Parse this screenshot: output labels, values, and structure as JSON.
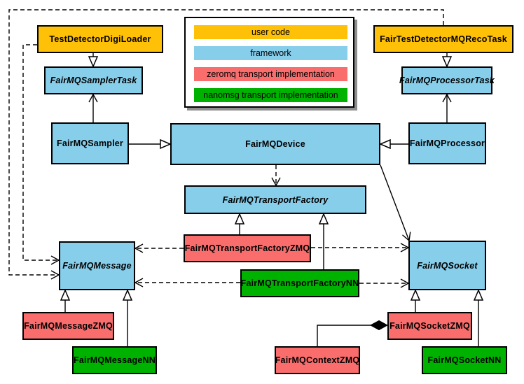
{
  "legend": {
    "items": [
      {
        "label": "user code",
        "color": "#FFC107"
      },
      {
        "label": "framework",
        "color": "#87CEEB"
      },
      {
        "label": "zeromq transport implementation",
        "color": "#F96D6D"
      },
      {
        "label": "nanomsg transport implementation",
        "color": "#00B200"
      }
    ]
  },
  "nodes": {
    "test_detector_digi_loader": {
      "label": "TestDetectorDigiLoader",
      "category": "user code",
      "abstract": false
    },
    "fair_test_detector_mq_reco_task": {
      "label": "FairTestDetectorMQRecoTask",
      "category": "user code",
      "abstract": false
    },
    "fair_mq_sampler_task": {
      "label": "FairMQSamplerTask",
      "category": "framework",
      "abstract": true
    },
    "fair_mq_processor_task": {
      "label": "FairMQProcessorTask",
      "category": "framework",
      "abstract": true
    },
    "fair_mq_sampler": {
      "label": "FairMQSampler",
      "category": "framework",
      "abstract": false
    },
    "fair_mq_device": {
      "label": "FairMQDevice",
      "category": "framework",
      "abstract": false
    },
    "fair_mq_processor": {
      "label": "FairMQProcessor",
      "category": "framework",
      "abstract": false
    },
    "fair_mq_transport_factory": {
      "label": "FairMQTransportFactory",
      "category": "framework",
      "abstract": true
    },
    "fair_mq_transport_factory_zmq": {
      "label": "FairMQTransportFactoryZMQ",
      "category": "zeromq",
      "abstract": false
    },
    "fair_mq_transport_factory_nn": {
      "label": "FairMQTransportFactoryNN",
      "category": "nanomsg",
      "abstract": false
    },
    "fair_mq_message": {
      "label": "FairMQMessage",
      "category": "framework",
      "abstract": true
    },
    "fair_mq_socket": {
      "label": "FairMQSocket",
      "category": "framework",
      "abstract": true
    },
    "fair_mq_message_zmq": {
      "label": "FairMQMessageZMQ",
      "category": "zeromq",
      "abstract": false
    },
    "fair_mq_message_nn": {
      "label": "FairMQMessageNN",
      "category": "nanomsg",
      "abstract": false
    },
    "fair_mq_context_zmq": {
      "label": "FairMQContextZMQ",
      "category": "zeromq",
      "abstract": false
    },
    "fair_mq_socket_zmq": {
      "label": "FairMQSocketZMQ",
      "category": "zeromq",
      "abstract": false
    },
    "fair_mq_socket_nn": {
      "label": "FairMQSocketNN",
      "category": "nanomsg",
      "abstract": false
    }
  },
  "edges": [
    {
      "from": "TestDetectorDigiLoader",
      "to": "FairMQSamplerTask",
      "type": "inheritance"
    },
    {
      "from": "FairTestDetectorMQRecoTask",
      "to": "FairMQProcessorTask",
      "type": "inheritance"
    },
    {
      "from": "FairMQSampler",
      "to": "FairMQSamplerTask",
      "type": "association-open-arrow"
    },
    {
      "from": "FairMQProcessor",
      "to": "FairMQProcessorTask",
      "type": "association-open-arrow"
    },
    {
      "from": "FairMQSampler",
      "to": "FairMQDevice",
      "type": "inheritance"
    },
    {
      "from": "FairMQProcessor",
      "to": "FairMQDevice",
      "type": "inheritance"
    },
    {
      "from": "FairMQDevice",
      "to": "FairMQTransportFactory",
      "type": "dependency-dashed"
    },
    {
      "from": "FairMQDevice",
      "to": "FairMQSocket",
      "type": "association-open-arrow"
    },
    {
      "from": "FairMQTransportFactoryZMQ",
      "to": "FairMQTransportFactory",
      "type": "inheritance"
    },
    {
      "from": "FairMQTransportFactoryNN",
      "to": "FairMQTransportFactory",
      "type": "inheritance"
    },
    {
      "from": "FairMQTransportFactoryZMQ",
      "to": "FairMQMessage",
      "type": "dependency-dashed"
    },
    {
      "from": "FairMQTransportFactoryZMQ",
      "to": "FairMQSocket",
      "type": "dependency-dashed"
    },
    {
      "from": "FairMQTransportFactoryNN",
      "to": "FairMQMessage",
      "type": "dependency-dashed"
    },
    {
      "from": "FairMQTransportFactoryNN",
      "to": "FairMQSocket",
      "type": "dependency-dashed"
    },
    {
      "from": "FairMQMessageZMQ",
      "to": "FairMQMessage",
      "type": "inheritance"
    },
    {
      "from": "FairMQMessageNN",
      "to": "FairMQMessage",
      "type": "inheritance"
    },
    {
      "from": "FairMQSocketZMQ",
      "to": "FairMQSocket",
      "type": "inheritance"
    },
    {
      "from": "FairMQSocketNN",
      "to": "FairMQSocket",
      "type": "inheritance"
    },
    {
      "from": "FairMQContextZMQ",
      "to": "FairMQSocketZMQ",
      "type": "composition"
    },
    {
      "from": "TestDetectorDigiLoader",
      "to": "FairMQMessage",
      "type": "dependency-dashed"
    },
    {
      "from": "FairTestDetectorMQRecoTask",
      "to": "FairMQMessage",
      "type": "dependency-dashed"
    }
  ]
}
